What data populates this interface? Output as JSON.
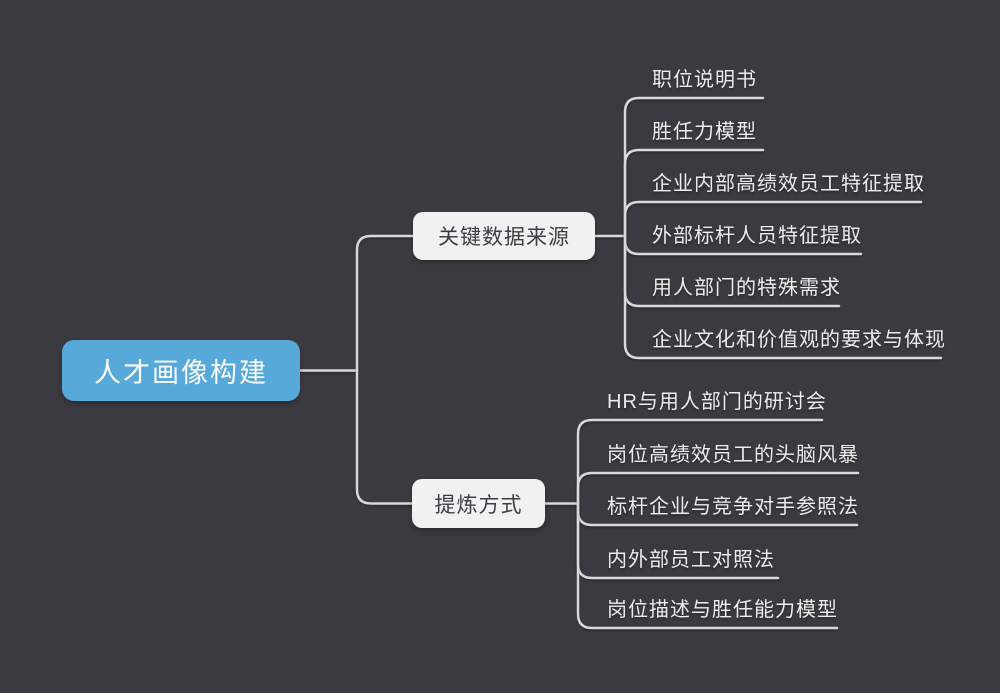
{
  "canvas": {
    "background": "#3a3a40",
    "edge_color": "#d9d9d9",
    "root_color": "#57a9da",
    "branch_box_color": "#f1f1f2"
  },
  "root": {
    "label": "人才画像构建"
  },
  "branches": [
    {
      "label": "关键数据来源",
      "children": [
        {
          "label": "职位说明书"
        },
        {
          "label": "胜任力模型"
        },
        {
          "label": "企业内部高绩效员工特征提取"
        },
        {
          "label": "外部标杆人员特征提取"
        },
        {
          "label": "用人部门的特殊需求"
        },
        {
          "label": "企业文化和价值观的要求与体现"
        }
      ]
    },
    {
      "label": "提炼方式",
      "children": [
        {
          "label": "HR与用人部门的研讨会"
        },
        {
          "label": "岗位高绩效员工的头脑风暴"
        },
        {
          "label": "标杆企业与竞争对手参照法"
        },
        {
          "label": "内外部员工对照法"
        },
        {
          "label": "岗位描述与胜任能力模型"
        }
      ]
    }
  ]
}
